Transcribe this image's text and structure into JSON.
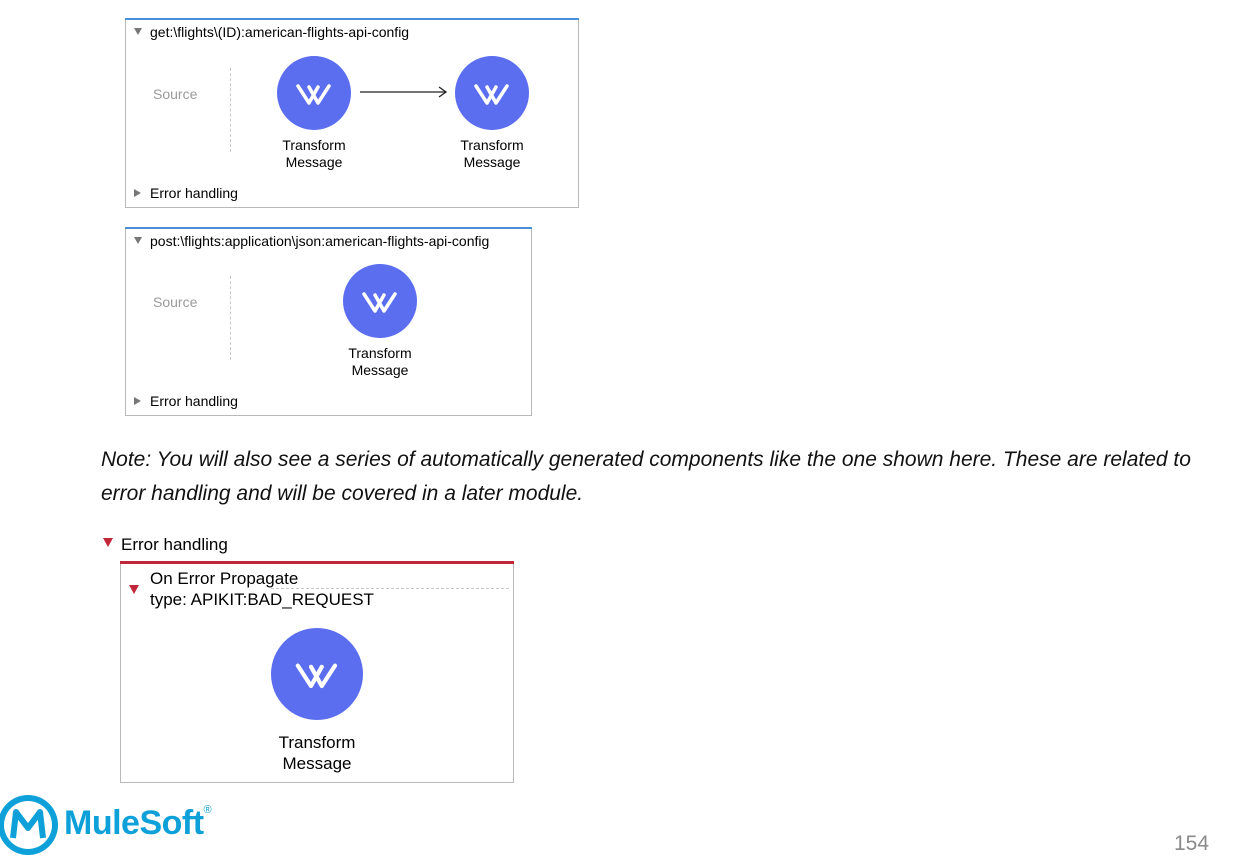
{
  "flows": [
    {
      "title": "get:\\flights\\(ID):american-flights-api-config",
      "source_label": "Source",
      "nodes": [
        {
          "label_line1": "Transform",
          "label_line2": "Message"
        },
        {
          "label_line1": "Transform",
          "label_line2": "Message"
        }
      ],
      "error_handling_label": "Error handling"
    },
    {
      "title": "post:\\flights:application\\json:american-flights-api-config",
      "source_label": "Source",
      "nodes": [
        {
          "label_line1": "Transform",
          "label_line2": "Message"
        }
      ],
      "error_handling_label": "Error handling"
    }
  ],
  "note": "Note: You will also see a series of automatically generated components like the one shown here. These are related to error handling and will be covered in a later module.",
  "error_section": {
    "header": "Error handling",
    "handler_title": "On Error Propagate",
    "handler_type": "type: APIKIT:BAD_REQUEST",
    "node": {
      "label_line1": "Transform",
      "label_line2": "Message"
    }
  },
  "footer": {
    "logo_text": "MuleSoft",
    "registered_mark": "®",
    "page_number": "154"
  },
  "colors": {
    "node_circle": "#5b6ef0",
    "flow_accent": "#4a90d9",
    "error_accent": "#c0283a",
    "logo": "#0ea0d8"
  },
  "icons": {
    "transform": "transform-message-icon",
    "logo": "mulesoft-logo-icon"
  }
}
